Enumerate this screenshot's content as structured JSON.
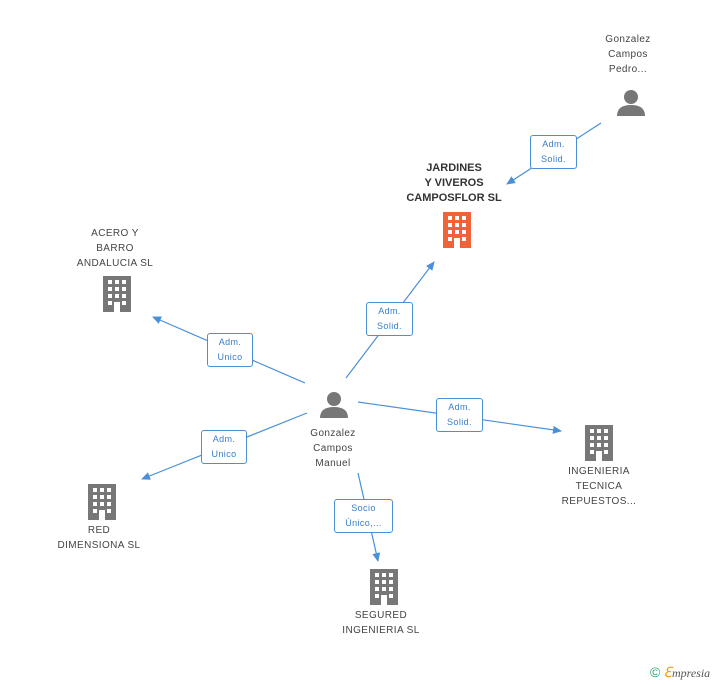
{
  "nodes": {
    "pedro": "Gonzalez\nCampos\nPedro...",
    "jardines": "JARDINES\nY VIVEROS\nCAMPOSFLOR SL",
    "acero": "ACERO Y\nBARRO\nANDALUCIA SL",
    "manuel": "Gonzalez\nCampos\nManuel",
    "ingenieria": "INGENIERIA\nTECNICA\nREPUESTOS...",
    "red": "RED\nDIMENSIONA SL",
    "segured": "SEGURED\nINGENIERIA SL"
  },
  "edges": {
    "pedro_jardines": "Adm.\nSolid.",
    "manuel_jardines": "Adm.\nSolid.",
    "manuel_acero": "Adm.\nUnico",
    "manuel_red": "Adm.\nUnico",
    "manuel_ingenieria": "Adm.\nSolid.",
    "manuel_segured": "Socio\nÚnico,..."
  },
  "footer": {
    "copyright": "©",
    "brand_first": "ℇ",
    "brand_rest": "mpresia"
  },
  "colors": {
    "edge": "#4a90d9",
    "company": "#777777",
    "highlight": "#f0623a",
    "person": "#777777"
  }
}
